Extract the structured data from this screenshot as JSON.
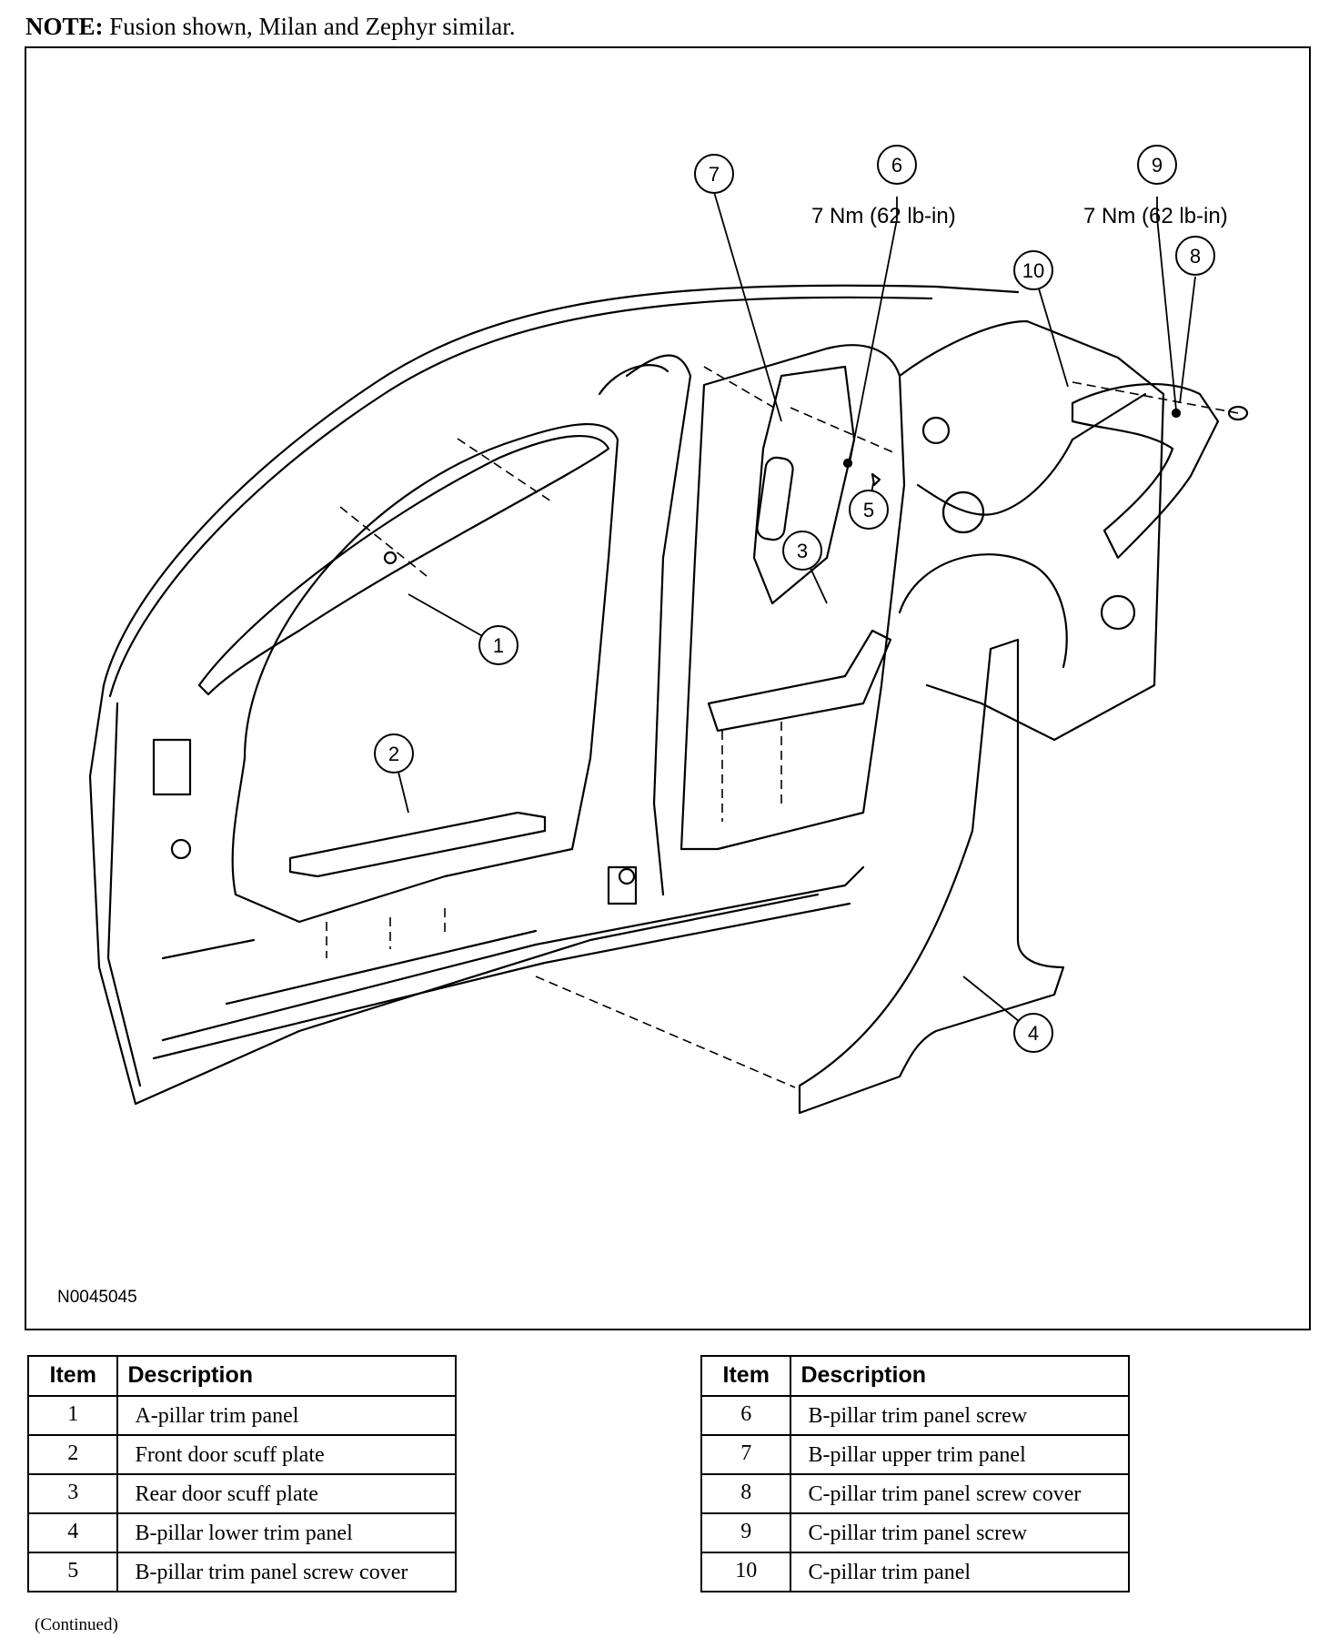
{
  "note": {
    "label": "NOTE:",
    "text": "Fusion shown, Milan and Zephyr similar."
  },
  "figure": {
    "id": "N0045045",
    "callouts": [
      "1",
      "2",
      "3",
      "4",
      "5",
      "6",
      "7",
      "8",
      "9",
      "10"
    ],
    "torques": [
      "7 Nm (62 lb-in)",
      "7 Nm (62 lb-in)"
    ]
  },
  "table_left": {
    "headers": [
      "Item",
      "Description"
    ],
    "rows": [
      {
        "item": "1",
        "description": "A-pillar trim panel"
      },
      {
        "item": "2",
        "description": "Front door scuff plate"
      },
      {
        "item": "3",
        "description": "Rear door scuff plate"
      },
      {
        "item": "4",
        "description": "B-pillar lower trim panel"
      },
      {
        "item": "5",
        "description": "B-pillar trim panel screw cover"
      }
    ]
  },
  "table_right": {
    "headers": [
      "Item",
      "Description"
    ],
    "rows": [
      {
        "item": "6",
        "description": "B-pillar trim panel screw"
      },
      {
        "item": "7",
        "description": "B-pillar upper trim panel"
      },
      {
        "item": "8",
        "description": "C-pillar trim panel screw cover"
      },
      {
        "item": "9",
        "description": "C-pillar trim panel screw"
      },
      {
        "item": "10",
        "description": "C-pillar trim panel"
      }
    ]
  },
  "footer": {
    "continued": "(Continued)"
  }
}
